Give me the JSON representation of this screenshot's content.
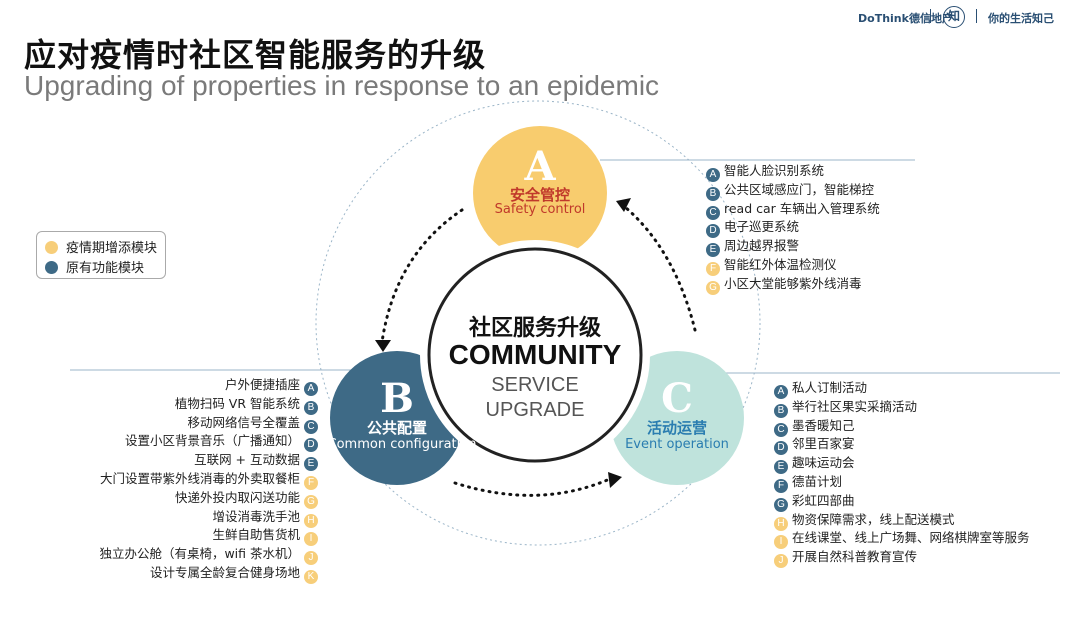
{
  "header": {
    "title_cn": "应对疫情时社区智能服务的升级",
    "title_en": "Upgrading of properties in response to an epidemic",
    "brand_name": "DoThink德信地产",
    "brand_logo_char": "知",
    "brand_slogan": "你的生活知己"
  },
  "legend": {
    "items": [
      {
        "label": "疫情期增添模块",
        "color": "#f7ce7a"
      },
      {
        "label": "原有功能模块",
        "color": "#3e6a86"
      }
    ]
  },
  "center": {
    "line1": "社区服务升级",
    "line2": "COMMUNITY",
    "line3": "SERVICE",
    "line4": "UPGRADE"
  },
  "nodes": {
    "a": {
      "letter": "A",
      "label_cn": "安全管控",
      "label_en": "Safety control",
      "color": "#f8cc6e",
      "text_color": "#c0392b"
    },
    "b": {
      "letter": "B",
      "label_cn": "公共配置",
      "label_en": "Common configuration",
      "color": "#3e6a86",
      "text_color": "#ffffff"
    },
    "c": {
      "letter": "C",
      "label_cn": "活动运营",
      "label_en": "Event operation",
      "color": "#bfe3dc",
      "text_color": "#2a7db0"
    }
  },
  "list_a": [
    {
      "badge": "A",
      "text": "智能人脸识别系统",
      "type": "blue"
    },
    {
      "badge": "B",
      "text": "公共区域感应门，智能梯控",
      "type": "blue"
    },
    {
      "badge": "C",
      "text": "read car 车辆出入管理系统",
      "type": "blue"
    },
    {
      "badge": "D",
      "text": "电子巡更系统",
      "type": "blue"
    },
    {
      "badge": "E",
      "text": "周边越界报警",
      "type": "blue"
    },
    {
      "badge": "F",
      "text": "智能红外体温检测仪",
      "type": "yellow"
    },
    {
      "badge": "G",
      "text": "小区大堂能够紫外线消毒",
      "type": "yellow"
    }
  ],
  "list_b": [
    {
      "badge": "A",
      "text": "户外便捷插座",
      "type": "blue"
    },
    {
      "badge": "B",
      "text": "植物扫码 VR 智能系统",
      "type": "blue"
    },
    {
      "badge": "C",
      "text": "移动网络信号全覆盖",
      "type": "blue"
    },
    {
      "badge": "D",
      "text": "设置小区背景音乐（广播通知）",
      "type": "blue"
    },
    {
      "badge": "E",
      "text": "互联网 + 互动数据",
      "type": "blue"
    },
    {
      "badge": "F",
      "text": "大门设置带紫外线消毒的外卖取餐柜",
      "type": "yellow"
    },
    {
      "badge": "G",
      "text": "快递外投内取闪送功能",
      "type": "yellow"
    },
    {
      "badge": "H",
      "text": "增设消毒洗手池",
      "type": "yellow"
    },
    {
      "badge": "I",
      "text": "生鲜自助售货机",
      "type": "yellow"
    },
    {
      "badge": "J",
      "text": "独立办公舱（有桌椅，wifi 茶水机）",
      "type": "yellow"
    },
    {
      "badge": "K",
      "text": "设计专属全龄复合健身场地",
      "type": "yellow"
    }
  ],
  "list_c": [
    {
      "badge": "A",
      "text": "私人订制活动",
      "type": "blue"
    },
    {
      "badge": "B",
      "text": "举行社区果实采摘活动",
      "type": "blue"
    },
    {
      "badge": "C",
      "text": "墨香暖知己",
      "type": "blue"
    },
    {
      "badge": "D",
      "text": "邻里百家宴",
      "type": "blue"
    },
    {
      "badge": "E",
      "text": "趣味运动会",
      "type": "blue"
    },
    {
      "badge": "F",
      "text": "德苗计划",
      "type": "blue"
    },
    {
      "badge": "G",
      "text": "彩虹四部曲",
      "type": "blue"
    },
    {
      "badge": "H",
      "text": "物资保障需求，线上配送模式",
      "type": "yellow"
    },
    {
      "badge": "I",
      "text": "在线课堂、线上广场舞、网络棋牌室等服务",
      "type": "yellow"
    },
    {
      "badge": "J",
      "text": "开展自然科普教育宣传",
      "type": "yellow"
    }
  ]
}
